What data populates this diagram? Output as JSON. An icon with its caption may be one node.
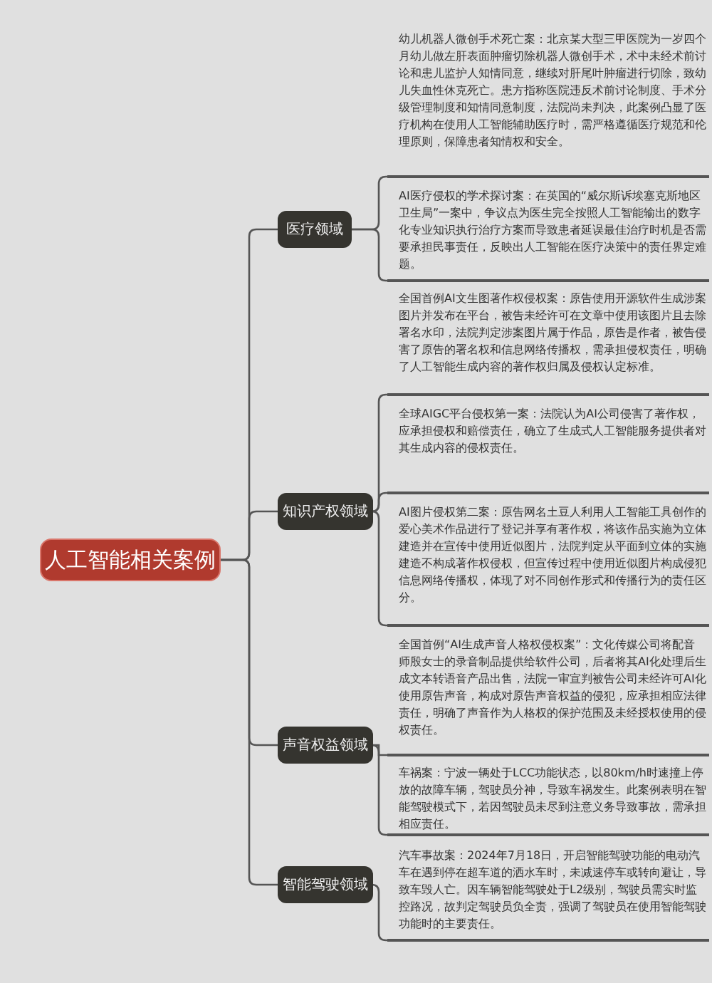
{
  "diagram": {
    "nodes": [
      {
        "text": [
          "人工智能相关案例"
        ]
      },
      {
        "text": [
          "医疗领域"
        ]
      },
      {
        "text": [
          "幼儿机器人微创手术死亡案：北京某大型三甲医院为一岁四个月幼儿做左肝表面肿瘤切除机器人微创手术，术中未经术前讨论和患儿监护人知情同意，继续对肝尾叶肿瘤进行切除，致幼儿失血性休克死亡。患方指称医院违反术前讨论制度、手术分级管理制度和知情同意制度，法院尚未判决，此案例凸显了医疗机构在使用人工智能辅助医疗时，需严格遵循医疗规范和伦理原则，保障患者知情权和安全。"
        ]
      },
      {
        "text": [
          "AI医疗侵权的学术探讨案：在英国的“威尔斯诉埃塞克斯地区卫生局”一案中，争议点为医生完全按照人工智能输出的数字化专业知识执行治疗方案而导致患者延误最佳治疗时机是否需要承担民事责任，反映出人工智能在医疗决策中的责任界定难题。"
        ]
      },
      {
        "text": [
          "知识产权领域"
        ]
      },
      {
        "text": [
          "全国首例AI文生图著作权侵权案：原告使用开源软件生成涉案图片并发布在平台，被告未经许可在文章中使用该图片且去除署名水印，法院判定涉案图片属于作品，原告是作者，被告侵害了原告的署名权和信息网络传播权，需承担侵权责任，明确了人工智能生成内容的著作权归属及侵权认定标准。"
        ]
      },
      {
        "text": [
          "全球AIGC平台侵权第一案：法院认为AI公司侵害了著作权，应承担侵权和赔偿责任，确立了生成式人工智能服务提供者对其生成内容的侵权责任。"
        ]
      },
      {
        "text": [
          "AI图片侵权第二案：原告网名土豆人利用人工智能工具创作的爱心美术作品进行了登记并享有著作权，将该作品实施为立体建造并在宣传中使用近似图片，法院判定从平面到立体的实施建造不构成著作权侵权，但宣传过程中使用近似图片构成侵犯信息网络传播权，体现了对不同创作形式和传播行为的责任区分。"
        ]
      },
      {
        "text": [
          "声音权益领域"
        ]
      },
      {
        "text": [
          "全国首例“AI生成声音人格权侵权案”：文化传媒公司将配音师殷女士的录音制品提供给软件公司，后者将其AI化处理后生成文本转语音产品出售，法院一审宣判被告公司未经许可AI化使用原告声音，构成对原告声音权益的侵犯，应承担相应法律责任，明确了声音作为人格权的保护范围及未经授权使用的侵权责任。"
        ]
      },
      {
        "text": [
          "车祸案：宁波一辆处于LCC功能状态，以80km/h时速撞上停放的故障车辆，驾驶员分神，导致车祸发生。此案例表明在智能驾驶模式下，若因驾驶员未尽到注意义务导致事故，需承担相应责任。"
        ]
      },
      {
        "text": [
          "智能驾驶领域"
        ]
      },
      {
        "text": [
          "汽车事故案：2024年7月18日，开启智能驾驶功能的电动汽车在遇到停在超车道的洒水车时，未减速停车或转向避让，导致车毁人亡。因车辆智能驾驶处于L2级别，驾驶员需实时监控路况，故判定驾驶员负全责，强调了驾驶员在使用智能驾驶功能时的主要责任。"
        ]
      }
    ],
    "edges": [
      {
        "from": 0,
        "to": 1,
        "arrow": "none"
      },
      {
        "from": 0,
        "to": 4,
        "arrow": "none"
      },
      {
        "from": 0,
        "to": 8,
        "arrow": "none"
      },
      {
        "from": 0,
        "to": 11,
        "arrow": "none"
      },
      {
        "from": 1,
        "to": 2,
        "arrow": "none"
      },
      {
        "from": 1,
        "to": 3,
        "arrow": "none"
      },
      {
        "from": 4,
        "to": 5,
        "arrow": "none"
      },
      {
        "from": 4,
        "to": 6,
        "arrow": "none"
      },
      {
        "from": 4,
        "to": 7,
        "arrow": "none"
      },
      {
        "from": 8,
        "to": 9,
        "arrow": "none"
      },
      {
        "from": 8,
        "to": 10,
        "arrow": "none"
      },
      {
        "from": 11,
        "to": 12,
        "arrow": "none"
      }
    ]
  }
}
